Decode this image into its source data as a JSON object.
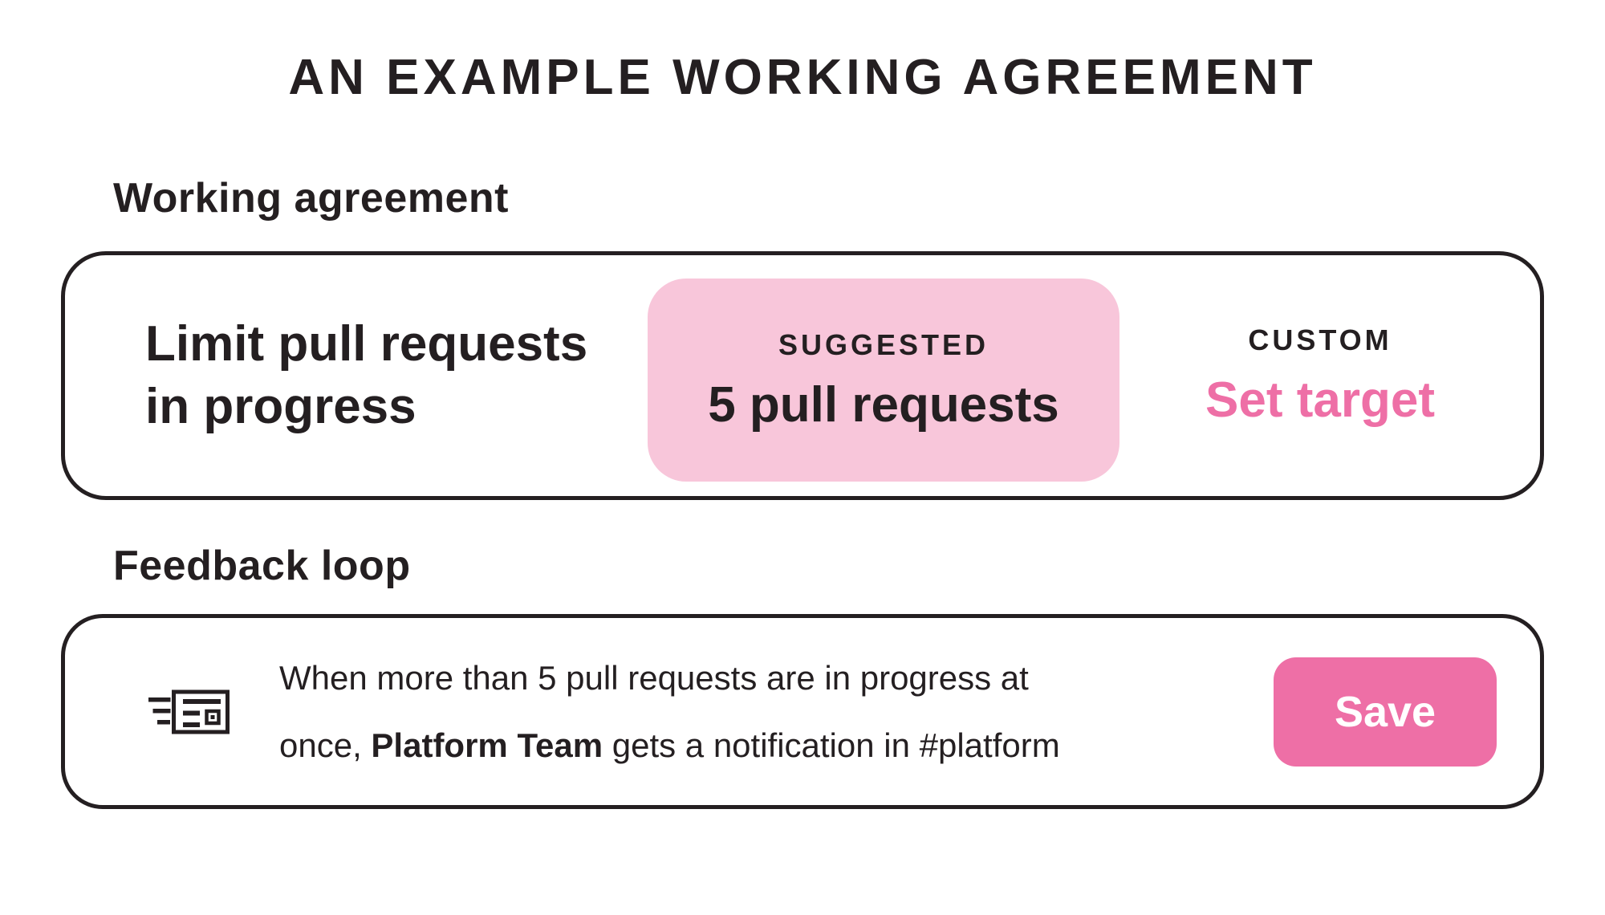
{
  "title": "AN EXAMPLE WORKING AGREEMENT",
  "colors": {
    "ink": "#241f21",
    "accent_pink": "#ee6fa6",
    "light_pink": "#f8c6da",
    "background": "#ffffff"
  },
  "working_agreement": {
    "section_label": "Working agreement",
    "rule": {
      "title_lines": [
        "Limit pull requests",
        "in progress"
      ],
      "suggested": {
        "label": "SUGGESTED",
        "value": "5 pull requests"
      },
      "custom": {
        "label": "CUSTOM",
        "action_label": "Set target"
      }
    }
  },
  "feedback_loop": {
    "section_label": "Feedback loop",
    "icon": "speeding-message-icon",
    "message": {
      "line1": "When more than 5 pull requests are in progress at",
      "line2_prefix": "once, ",
      "line2_team": "Platform Team",
      "line2_suffix": " gets a notification in #platform"
    },
    "save_label": "Save"
  }
}
